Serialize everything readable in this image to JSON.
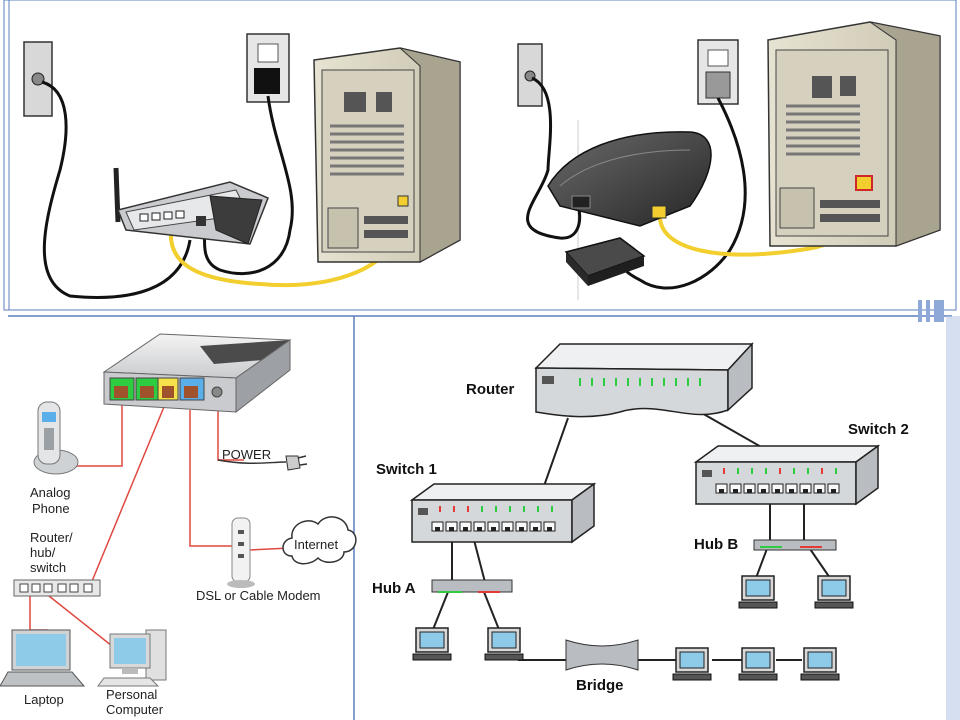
{
  "panel_bottom_left": {
    "labels": {
      "analog_phone": [
        "Analog",
        "Phone"
      ],
      "power": "POWER",
      "router_hub_switch": [
        "Router/",
        "hub/",
        "switch"
      ],
      "internet": "Internet",
      "dsl_modem": "DSL or Cable Modem",
      "laptop": "Laptop",
      "personal_computer": [
        "Personal",
        "Computer"
      ]
    }
  },
  "panel_bottom_right": {
    "labels": {
      "router": "Router",
      "switch1": "Switch 1",
      "switch2": "Switch 2",
      "hub_a": "Hub A",
      "hub_b": "Hub B",
      "bridge": "Bridge"
    }
  },
  "colors": {
    "frame_blue": "#5b7fbf",
    "cable_yellow": "#f2cf2e",
    "cable_red": "#e0483f",
    "led_green": "#2ecc40",
    "led_red": "#e53935",
    "monitor_screen": "#8ecbe8",
    "device_gray": "#b9bcc0"
  }
}
